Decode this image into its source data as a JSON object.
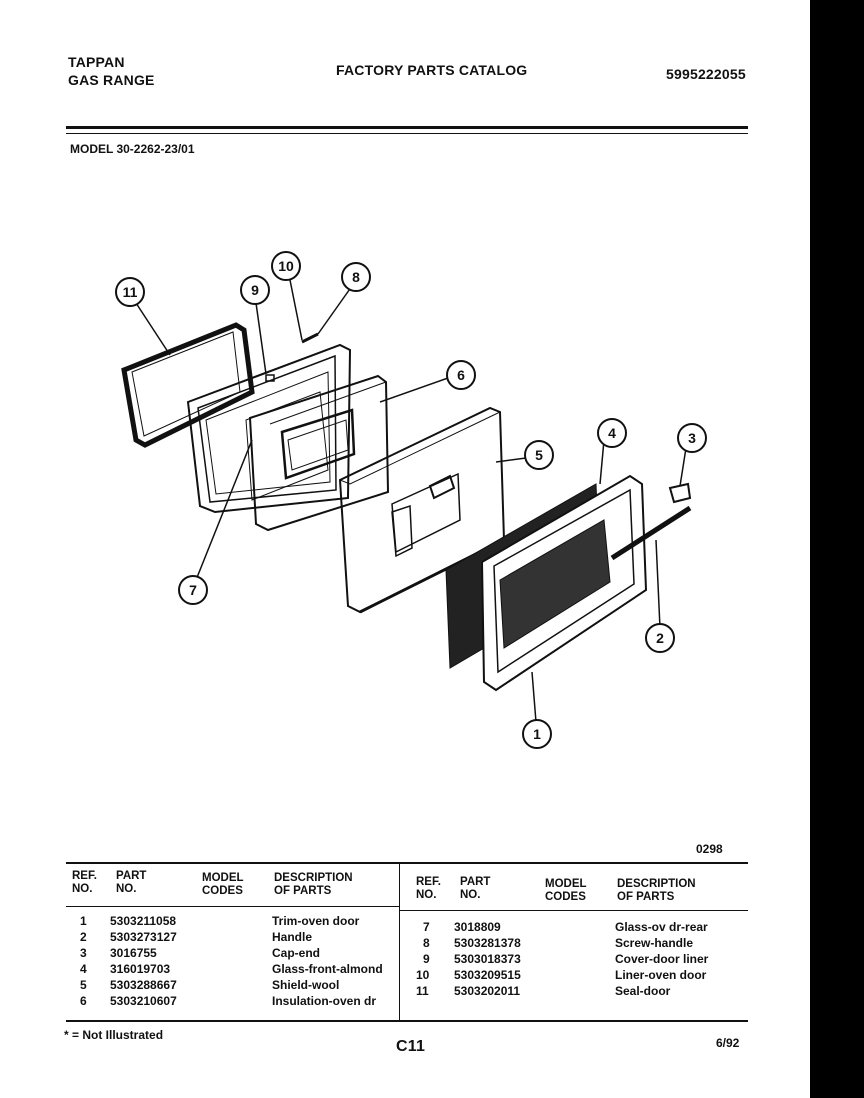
{
  "header": {
    "brand": "TAPPAN",
    "product": "GAS RANGE",
    "title": "FACTORY PARTS CATALOG",
    "catalog_number": "5995222055",
    "model": "MODEL 30-2262-23/01"
  },
  "diagram": {
    "callouts": [
      "1",
      "2",
      "3",
      "4",
      "5",
      "6",
      "7",
      "8",
      "9",
      "10",
      "11"
    ],
    "code": "0298"
  },
  "table": {
    "headers": {
      "ref_no_1": "REF.",
      "ref_no_2": "NO.",
      "part_no_1": "PART",
      "part_no_2": "NO.",
      "model_codes_1": "MODEL",
      "model_codes_2": "CODES",
      "description_1": "DESCRIPTION",
      "description_2": "OF PARTS"
    },
    "left": [
      {
        "ref": "1",
        "part": "5303211058",
        "codes": "",
        "desc": "Trim-oven door"
      },
      {
        "ref": "2",
        "part": "5303273127",
        "codes": "",
        "desc": "Handle"
      },
      {
        "ref": "3",
        "part": "3016755",
        "codes": "",
        "desc": "Cap-end"
      },
      {
        "ref": "4",
        "part": "316019703",
        "codes": "",
        "desc": "Glass-front-almond"
      },
      {
        "ref": "5",
        "part": "5303288667",
        "codes": "",
        "desc": "Shield-wool"
      },
      {
        "ref": "6",
        "part": "5303210607",
        "codes": "",
        "desc": "Insulation-oven dr"
      }
    ],
    "right": [
      {
        "ref": "7",
        "part": "3018809",
        "codes": "",
        "desc": "Glass-ov dr-rear"
      },
      {
        "ref": "8",
        "part": "5303281378",
        "codes": "",
        "desc": "Screw-handle"
      },
      {
        "ref": "9",
        "part": "5303018373",
        "codes": "",
        "desc": "Cover-door liner"
      },
      {
        "ref": "10",
        "part": "5303209515",
        "codes": "",
        "desc": "Liner-oven door"
      },
      {
        "ref": "11",
        "part": "5303202011",
        "codes": "",
        "desc": "Seal-door"
      }
    ]
  },
  "footer": {
    "note": "* = Not Illustrated",
    "page": "C11",
    "date": "6/92"
  }
}
